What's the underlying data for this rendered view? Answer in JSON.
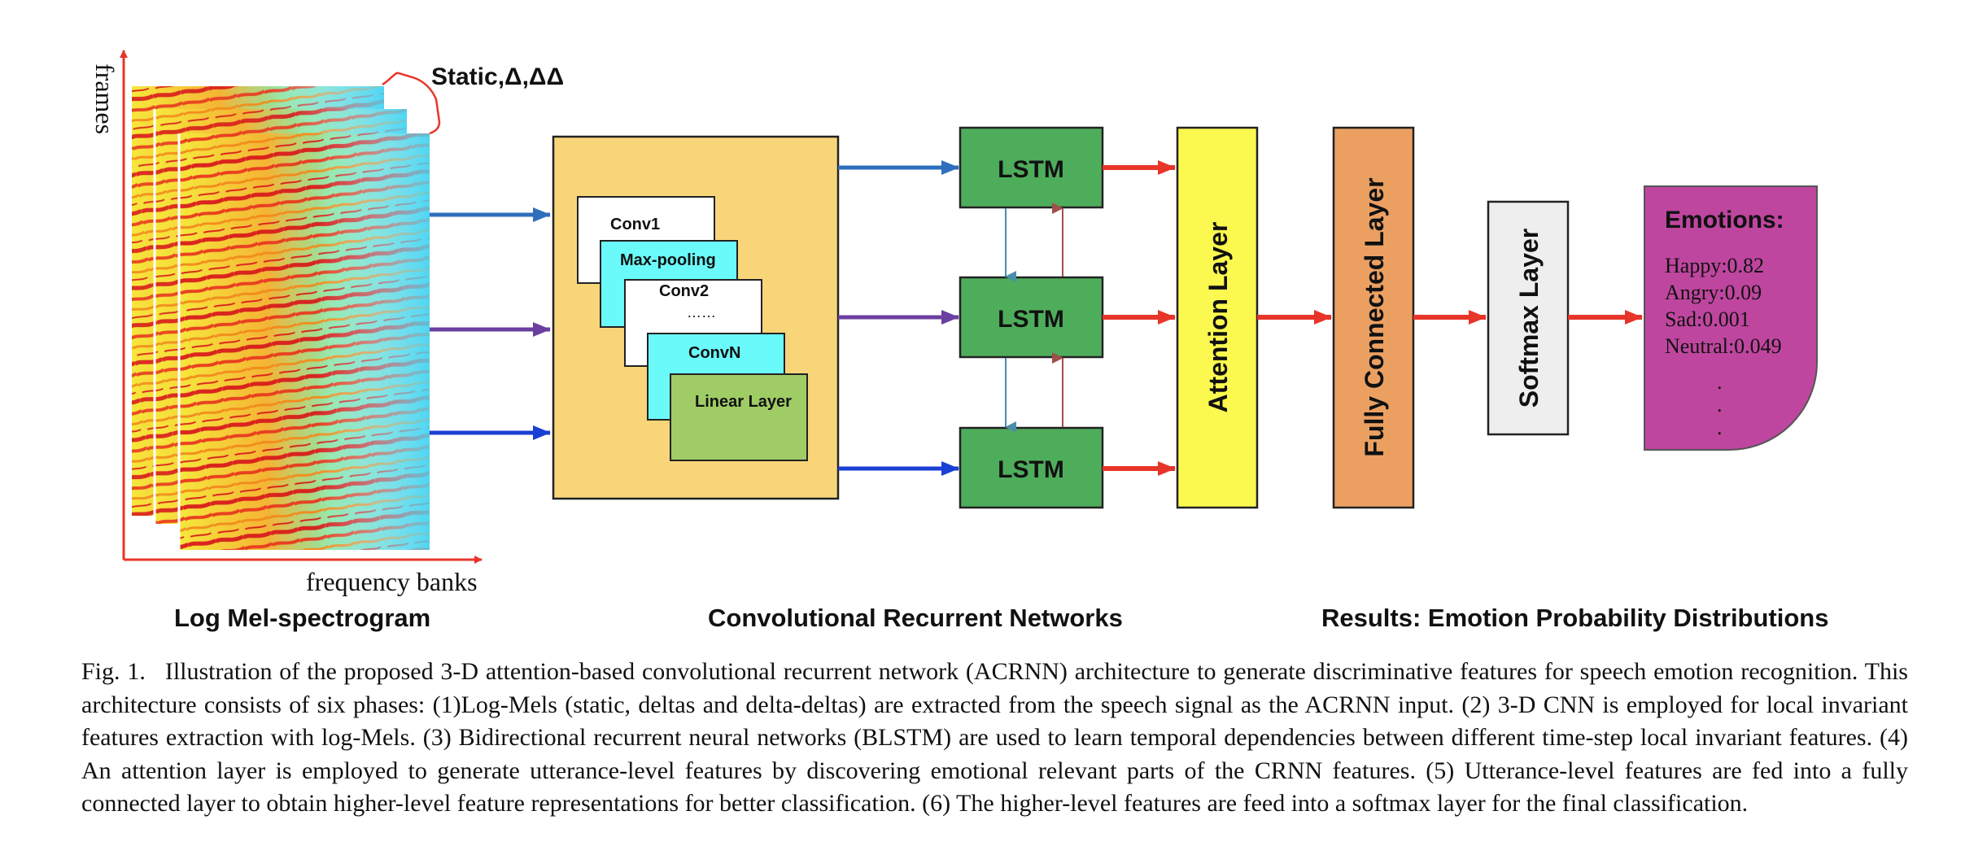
{
  "spectrogram": {
    "axis_y_label": "frames",
    "axis_x_label": "frequency banks",
    "stack_label": "Static,Δ,ΔΔ",
    "section_title": "Log Mel-spectrogram",
    "colors": {
      "axis": "#e8352a",
      "bg": "#4fd6f2",
      "hot": "#d81c1c",
      "warm": "#f2e23a"
    }
  },
  "cnn": {
    "layers": [
      "Conv1",
      "Max-pooling",
      "Conv2",
      "ConvN",
      "Linear Layer"
    ],
    "ellipsis": "……",
    "section_title": "Convolutional Recurrent Networks",
    "colors": {
      "block": "#f9d57a",
      "white": "#ffffff",
      "cyan": "#6bfafa",
      "linear": "#a0cc66"
    }
  },
  "lstm": {
    "cells": [
      "LSTM",
      "LSTM",
      "LSTM"
    ],
    "colors": {
      "fill": "#4ead5b",
      "down_arrow": "#4a8ea8",
      "up_arrow": "#a0504a"
    }
  },
  "attention": {
    "label": "Attention Layer",
    "color": "#fbf94f"
  },
  "fully_connected": {
    "label": "Fully Connected Layer",
    "color": "#eba062"
  },
  "softmax": {
    "label": "Softmax Layer",
    "color": "#eeeeee"
  },
  "emotions": {
    "title": "Emotions:",
    "items": [
      "Happy:0.82",
      "Angry:0.09",
      "Sad:0.001",
      "Neutral:0.049"
    ],
    "dots": ".",
    "section_title": "Results: Emotion Probability Distributions",
    "color": "#bf469f"
  },
  "arrows": {
    "blue": "#2e6fbd",
    "purple": "#6b3fa0",
    "navy": "#1a3fd4",
    "red": "#e8352a"
  },
  "caption": {
    "label": "Fig. 1.",
    "text": "Illustration of the proposed 3-D attention-based convolutional recurrent network (ACRNN) architecture to generate discriminative features for speech emotion recognition. This architecture consists of six phases: (1)Log-Mels (static, deltas and delta-deltas) are extracted from the speech signal as the ACRNN input. (2) 3-D CNN  is  employed for local invariant features extraction with log-Mels. (3) Bidirectional recurrent neural networks (BLSTM) are used to learn temporal dependencies between different time-step local invariant features. (4)  An attention layer is employed to generate utterance-level features by discovering emotional relevant parts of the CRNN features. (5) Utterance-level features are fed into a fully connected layer to obtain higher-level feature representations for better classification. (6) The higher-level features are feed into a softmax layer for the final classification."
  }
}
